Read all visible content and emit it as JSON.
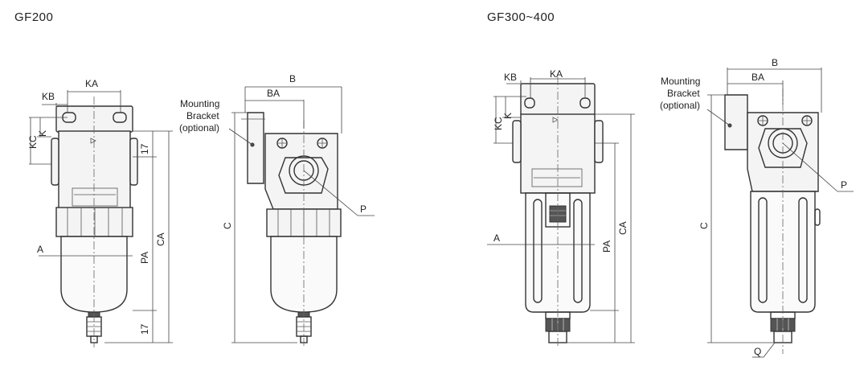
{
  "titles": {
    "left": "GF200",
    "right": "GF300~400"
  },
  "gf200": {
    "front": {
      "ka": "KA",
      "kb": "KB",
      "kc": "KC",
      "k": "K",
      "a": "A",
      "pa": "PA",
      "ca": "CA",
      "dim_top": "17",
      "dim_bottom": "17"
    },
    "side": {
      "b": "B",
      "ba": "BA",
      "c": "C",
      "p": "P",
      "bracket_line1": "Mounting",
      "bracket_line2": "Bracket",
      "bracket_line3": "(optional)"
    }
  },
  "gf300": {
    "front": {
      "ka": "KA",
      "kb": "KB",
      "kc": "KC",
      "k": "K",
      "a": "A",
      "pa": "PA",
      "ca": "CA"
    },
    "side": {
      "b": "B",
      "ba": "BA",
      "c": "C",
      "p": "P",
      "q": "Q",
      "bracket_line1": "Mounting",
      "bracket_line2": "Bracket",
      "bracket_line3": "(optional)"
    }
  }
}
